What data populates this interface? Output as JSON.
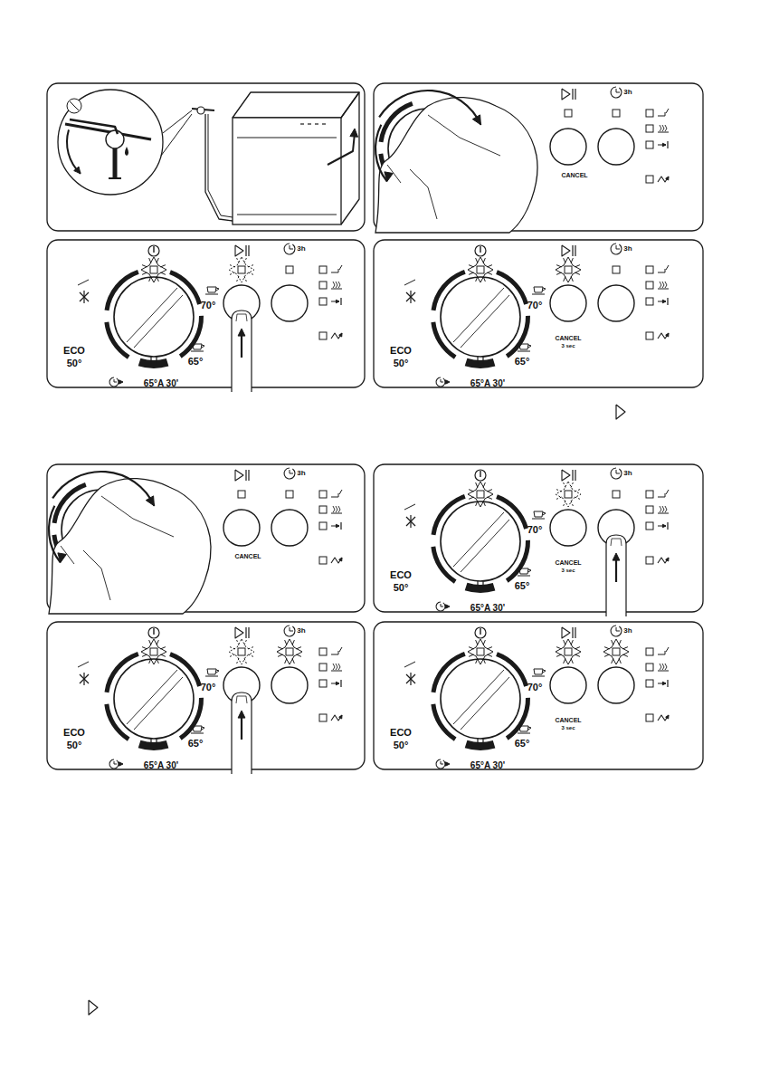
{
  "diagram": {
    "labels": [
      "3h",
      "CANCEL",
      "70°",
      "65°",
      "ECO",
      "50°",
      "65°A 30'",
      "3h",
      "70°",
      "65°",
      "ECO",
      "50°",
      "65°A 30'",
      "3h",
      "CANCEL",
      "3 sec",
      "3h",
      "CANCEL",
      "70°",
      "65°",
      "ECO",
      "50°",
      "65°A 30'",
      "3h",
      "CANCEL",
      "3 sec",
      "70°",
      "65°",
      "ECO",
      "50°",
      "65°A 30'",
      "3h",
      "70°",
      "65°",
      "ECO",
      "50°",
      "65°A 30'",
      "3h",
      "CANCEL",
      "3 sec"
    ]
  }
}
